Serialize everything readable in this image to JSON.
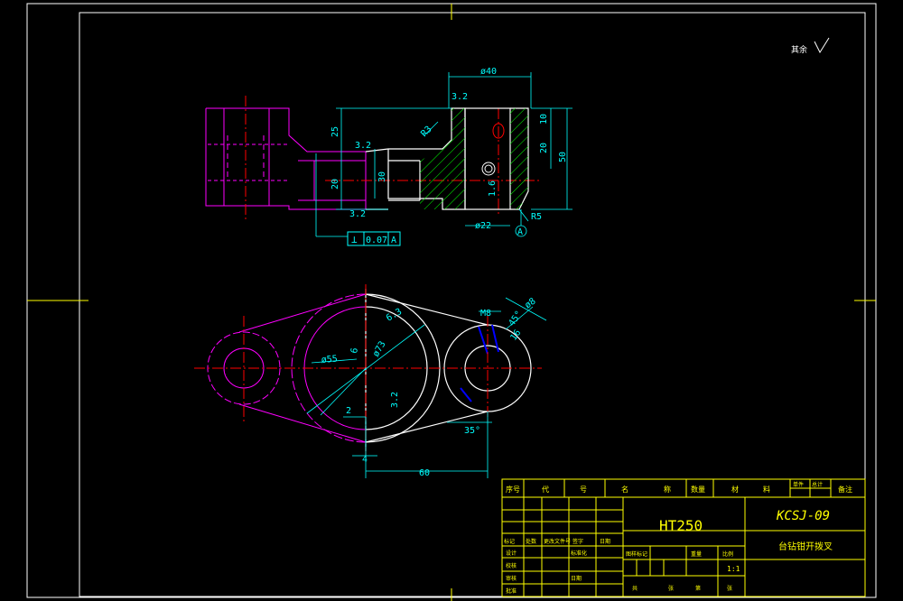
{
  "colors": {
    "background": "#000000",
    "frame": "#ffffff",
    "contour": "#ffffff",
    "dimension": "#00ffff",
    "centerline": "#ff0000",
    "hidden": "#ff00ff",
    "hatch": "#00ff00",
    "thread": "#0000ff",
    "titleblock": "#ffff00"
  },
  "corner_mark": {
    "label": "其余",
    "symbol": "✓"
  },
  "top_view": {
    "dia_40": "ø40",
    "rough_a": "3.2",
    "rough_b": "3.2",
    "rough_c": "3.2",
    "rough_d": "1.6",
    "dim_25": "25",
    "dim_20_left": "20",
    "dim_30": "30",
    "dim_10": "10",
    "dim_20_right": "20",
    "dim_50": "50",
    "radius_r3": "R3",
    "radius_r5": "R5",
    "dia_22": "ø22",
    "datum": "A",
    "tol_symbol": "⊥",
    "tol_value": "0.07",
    "tol_datum": "A"
  },
  "front_view": {
    "dia_55": "ø55",
    "dia_73": "ø73",
    "m8": "M8",
    "angle_35": "35°",
    "angle_45": "45°",
    "dim_2": "2",
    "dim_4": "4",
    "dim_60": "60",
    "dim_6": "6",
    "rough_e": "3.2",
    "rough_f": "6.3",
    "dia_8": "ø8",
    "dim_16": "16"
  },
  "title_block": {
    "material_code": "HT250",
    "drawing_code": "KCSJ-09",
    "part_name": "台钻钳开拨叉",
    "scale_value": "1:1",
    "header_labels": [
      "序号",
      "代",
      "号",
      "名",
      "称",
      "数量",
      "材",
      "料",
      "单件",
      "总计",
      "备注"
    ],
    "left_labels": [
      "标记",
      "处数",
      "更改文件号",
      "签字",
      "日期"
    ],
    "row_labels": [
      "设计",
      "校核",
      "审核",
      "批准"
    ],
    "middle_labels": [
      "标准化",
      "日期"
    ],
    "stage_labels": [
      "图样标记",
      "重量",
      "比例"
    ],
    "bottom_labels": [
      "共",
      "张",
      "第",
      "张"
    ]
  }
}
